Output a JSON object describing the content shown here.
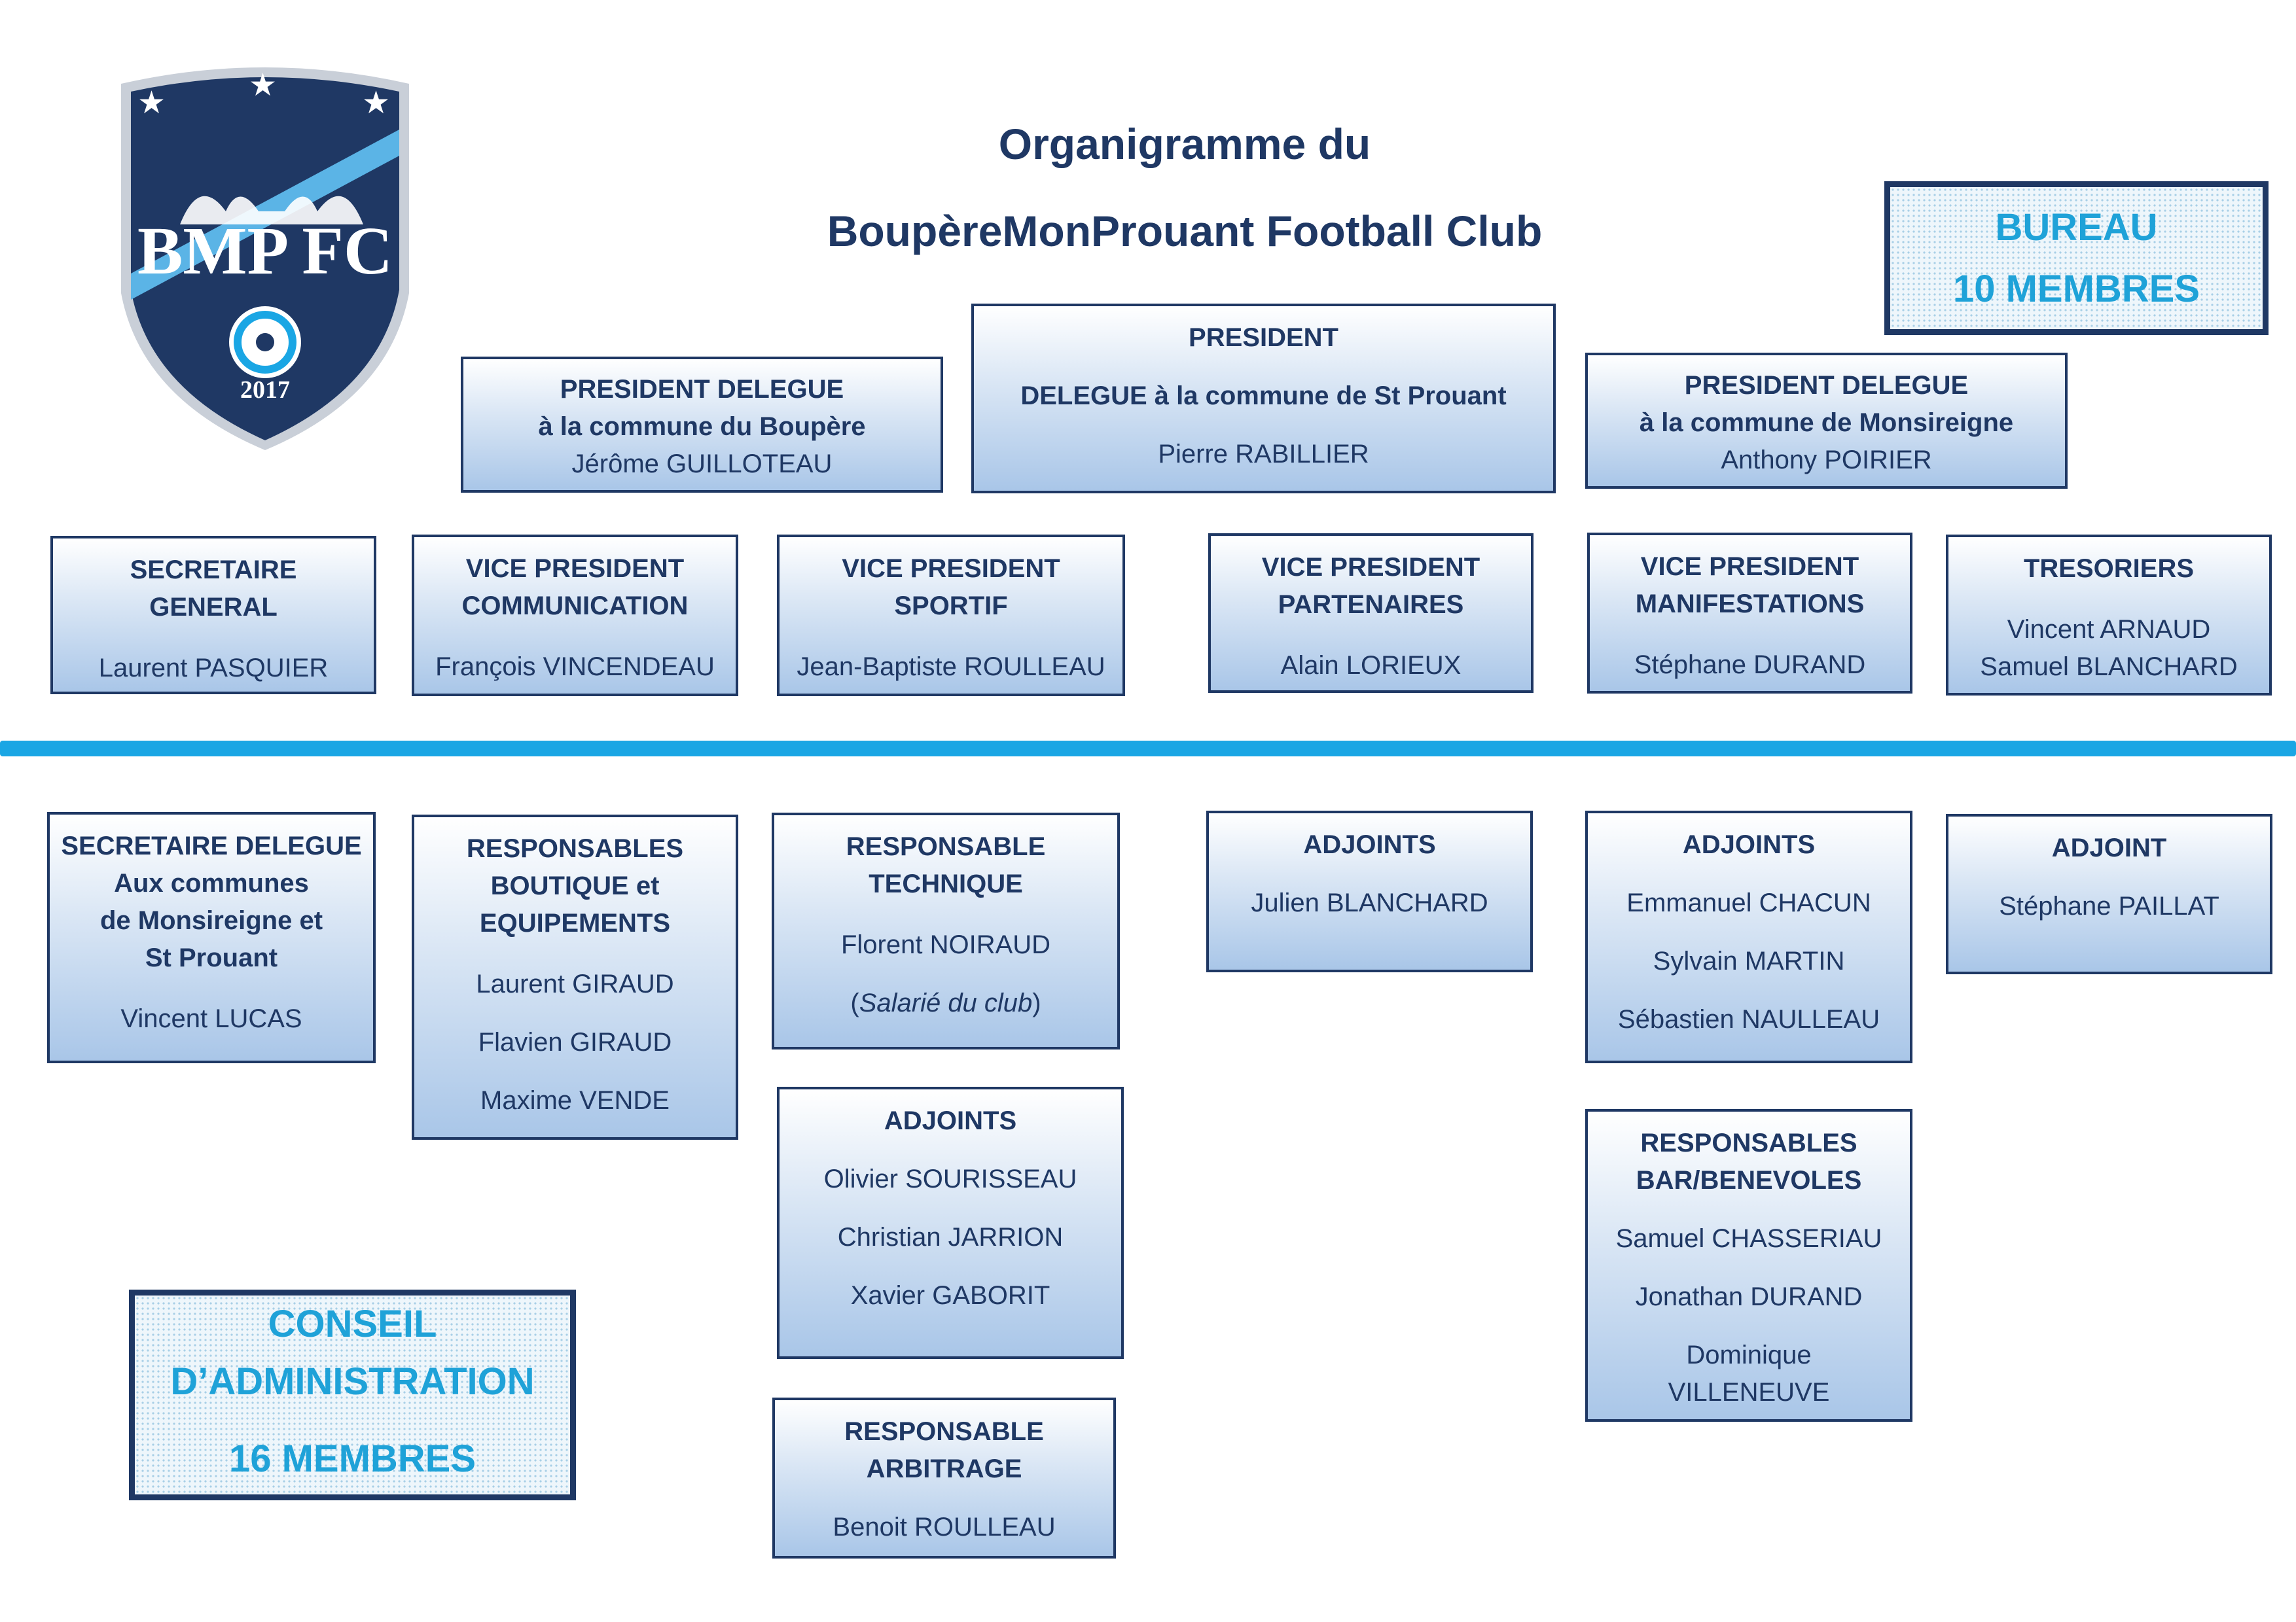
{
  "title": {
    "line1": "Organigramme du",
    "line2": "BoupèreMonProuant Football Club"
  },
  "logo": {
    "text": "BMP FC",
    "year": "2017",
    "icon": "shield-logo-icon"
  },
  "bureau": {
    "label": "BUREAU",
    "count": "10 MEMBRES"
  },
  "conseil": {
    "label1": "CONSEIL",
    "label2": "D’ADMINISTRATION",
    "count": "16 MEMBRES"
  },
  "president": {
    "title1": "PRESIDENT",
    "title2": "DELEGUE à la commune de St Prouant",
    "name": "Pierre RABILLIER"
  },
  "pd_boupere": {
    "title1": "PRESIDENT DELEGUE",
    "title2": "à la commune du Boupère",
    "name": "Jérôme GUILLOTEAU"
  },
  "pd_monsireigne": {
    "title1": "PRESIDENT DELEGUE",
    "title2": "à la commune de Monsireigne",
    "name": "Anthony POIRIER"
  },
  "secretaire_general": {
    "title": "SECRETAIRE\nGENERAL",
    "name": "Laurent PASQUIER"
  },
  "vp_communication": {
    "title": "VICE PRESIDENT\nCOMMUNICATION",
    "name": "François VINCENDEAU"
  },
  "vp_sportif": {
    "title": "VICE PRESIDENT\nSPORTIF",
    "name": "Jean-Baptiste ROULLEAU"
  },
  "vp_partenaires": {
    "title": "VICE PRESIDENT\nPARTENAIRES",
    "name": "Alain LORIEUX"
  },
  "vp_manifestations": {
    "title": "VICE PRESIDENT\nMANIFESTATIONS",
    "name": "Stéphane DURAND"
  },
  "tresoriers": {
    "title": "TRESORIERS",
    "names": [
      "Vincent ARNAUD",
      "Samuel BLANCHARD"
    ]
  },
  "secretaire_delegue": {
    "title": "SECRETAIRE DELEGUE\nAux communes\nde Monsireigne et\nSt Prouant",
    "name": "Vincent LUCAS"
  },
  "resp_boutique": {
    "title": "RESPONSABLES\nBOUTIQUE et\nEQUIPEMENTS",
    "names": [
      "Laurent GIRAUD",
      "Flavien GIRAUD",
      "Maxime VENDE"
    ]
  },
  "resp_technique": {
    "title": "RESPONSABLE\nTECHNIQUE",
    "name": "Florent NOIRAUD",
    "note_open": "(",
    "note": "Salarié du club",
    "note_close": ")"
  },
  "adjoints_sportif": {
    "title": "ADJOINTS",
    "names": [
      "Olivier SOURISSEAU",
      "Christian JARRION",
      "Xavier GABORIT"
    ]
  },
  "resp_arbitrage": {
    "title": "RESPONSABLE\nARBITRAGE",
    "name": "Benoit ROULLEAU"
  },
  "adjoints_partenaires": {
    "title": "ADJOINTS",
    "names": [
      "Julien BLANCHARD"
    ]
  },
  "adjoints_manifestations": {
    "title": "ADJOINTS",
    "names": [
      "Emmanuel CHACUN",
      "Sylvain MARTIN",
      "Sébastien NAULLEAU"
    ]
  },
  "resp_bar": {
    "title": "RESPONSABLES\nBAR/BENEVOLES",
    "names": [
      "Samuel CHASSERIAU",
      "Jonathan DURAND",
      "Dominique",
      "VILLENEUVE"
    ]
  },
  "adjoint_tresorier": {
    "title": "ADJOINT",
    "name": "Stéphane PAILLAT"
  },
  "colors": {
    "navy": "#1f3864",
    "accent": "#1aa6e4",
    "box_bottom": "#a9c6e8"
  }
}
